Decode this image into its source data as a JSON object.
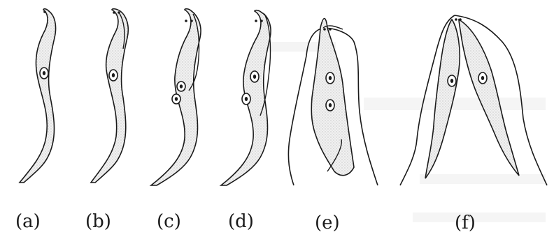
{
  "figure": {
    "panel_labels": [
      "(a)",
      "(b)",
      "(c)",
      "(d)",
      "(e)",
      "(f)"
    ]
  }
}
